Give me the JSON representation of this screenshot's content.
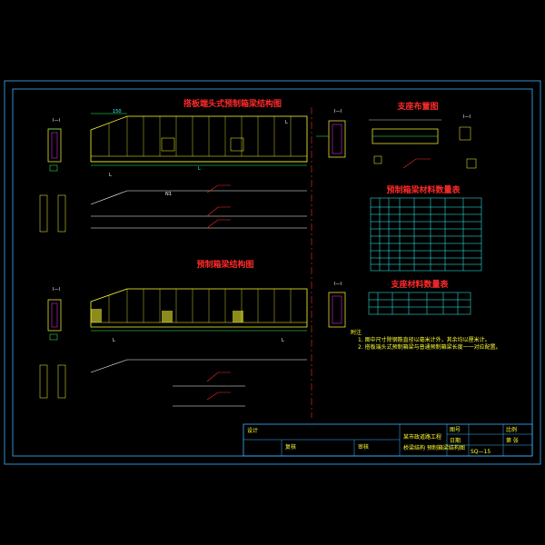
{
  "drawing": {
    "title_top_left": "搭板端头式预制箱梁结构图",
    "title_bottom_left": "预制箱梁结构图",
    "title_top_right": "支座布置图",
    "title_table1": "预制箱梁材料数量表",
    "title_table2": "支座材料数量表",
    "section_label_1": "I—I",
    "section_label_2": "I—I",
    "section_label_3": "I—I",
    "notes_heading": "附注",
    "note_1": "1. 图中尺寸除钢筋直径以毫米计外，其余均以厘米计。",
    "note_2": "2. 搭板端头式预制箱梁与普通预制箱梁长度一一对应配置。"
  },
  "title_block": {
    "design": "设计",
    "check": "复核",
    "review": "审核",
    "project_line1": "某市政道路工程",
    "project_line2": "桥梁结构  预制箱梁结构图",
    "drawing_no": "图号",
    "drawing_no_value": "SQ—15",
    "date": "日期",
    "scale": "比例",
    "sheet": "第 张"
  },
  "colors": {
    "frame": "#3cb4ff",
    "red": "#ff2a2a",
    "yellow": "#ffff33",
    "green": "#33ff66",
    "cyan": "#33ffff",
    "magenta": "#ff33ff",
    "white": "#ffffff"
  }
}
